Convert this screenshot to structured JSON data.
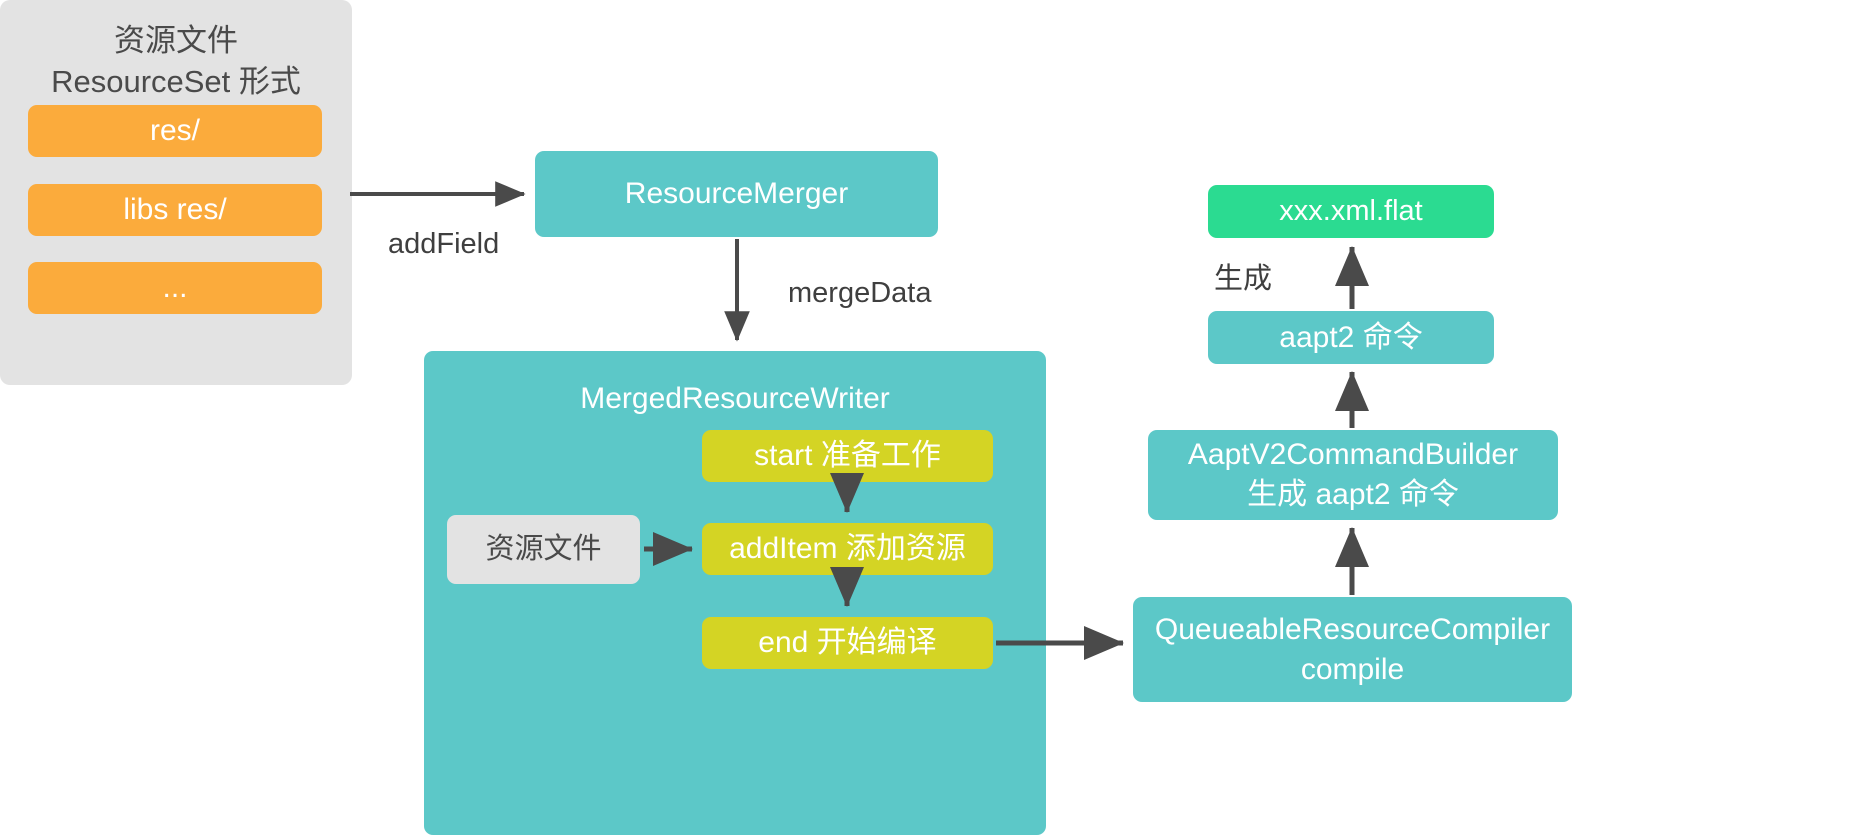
{
  "diagram": {
    "title_hidden": "",
    "colors": {
      "panel_gray": "#e3e3e3",
      "orange": "#fbab3c",
      "teal": "#5cc8c8",
      "lime": "#d4d424",
      "green": "#2bdb91",
      "arrow": "#4a4a4a",
      "text_dark": "#4a4a4a",
      "text_light": "#ffffff",
      "background": "#ffffff"
    },
    "left_panel": {
      "title": "资源文件\nResourceSet 形式",
      "items": [
        {
          "label": "res/"
        },
        {
          "label": "libs res/"
        },
        {
          "label": "..."
        }
      ]
    },
    "nodes": {
      "resource_merger": "ResourceMerger",
      "merged_resource_writer": "MergedResourceWriter",
      "resource_file_node": "资源文件",
      "step_start": "start 准备工作",
      "step_additem": "addItem 添加资源",
      "step_end": "end 开始编译",
      "queueable_resource_compiler": "QueueableResourceCompiler\ncompile",
      "aapt_v2_command_builder": "AaptV2CommandBuilder\n生成 aapt2 命令",
      "aapt2_command": "aapt2 命令",
      "xml_flat": "xxx.xml.flat"
    },
    "edge_labels": {
      "add_field": "addField",
      "merge_data": "mergeData",
      "generate": "生成"
    }
  }
}
